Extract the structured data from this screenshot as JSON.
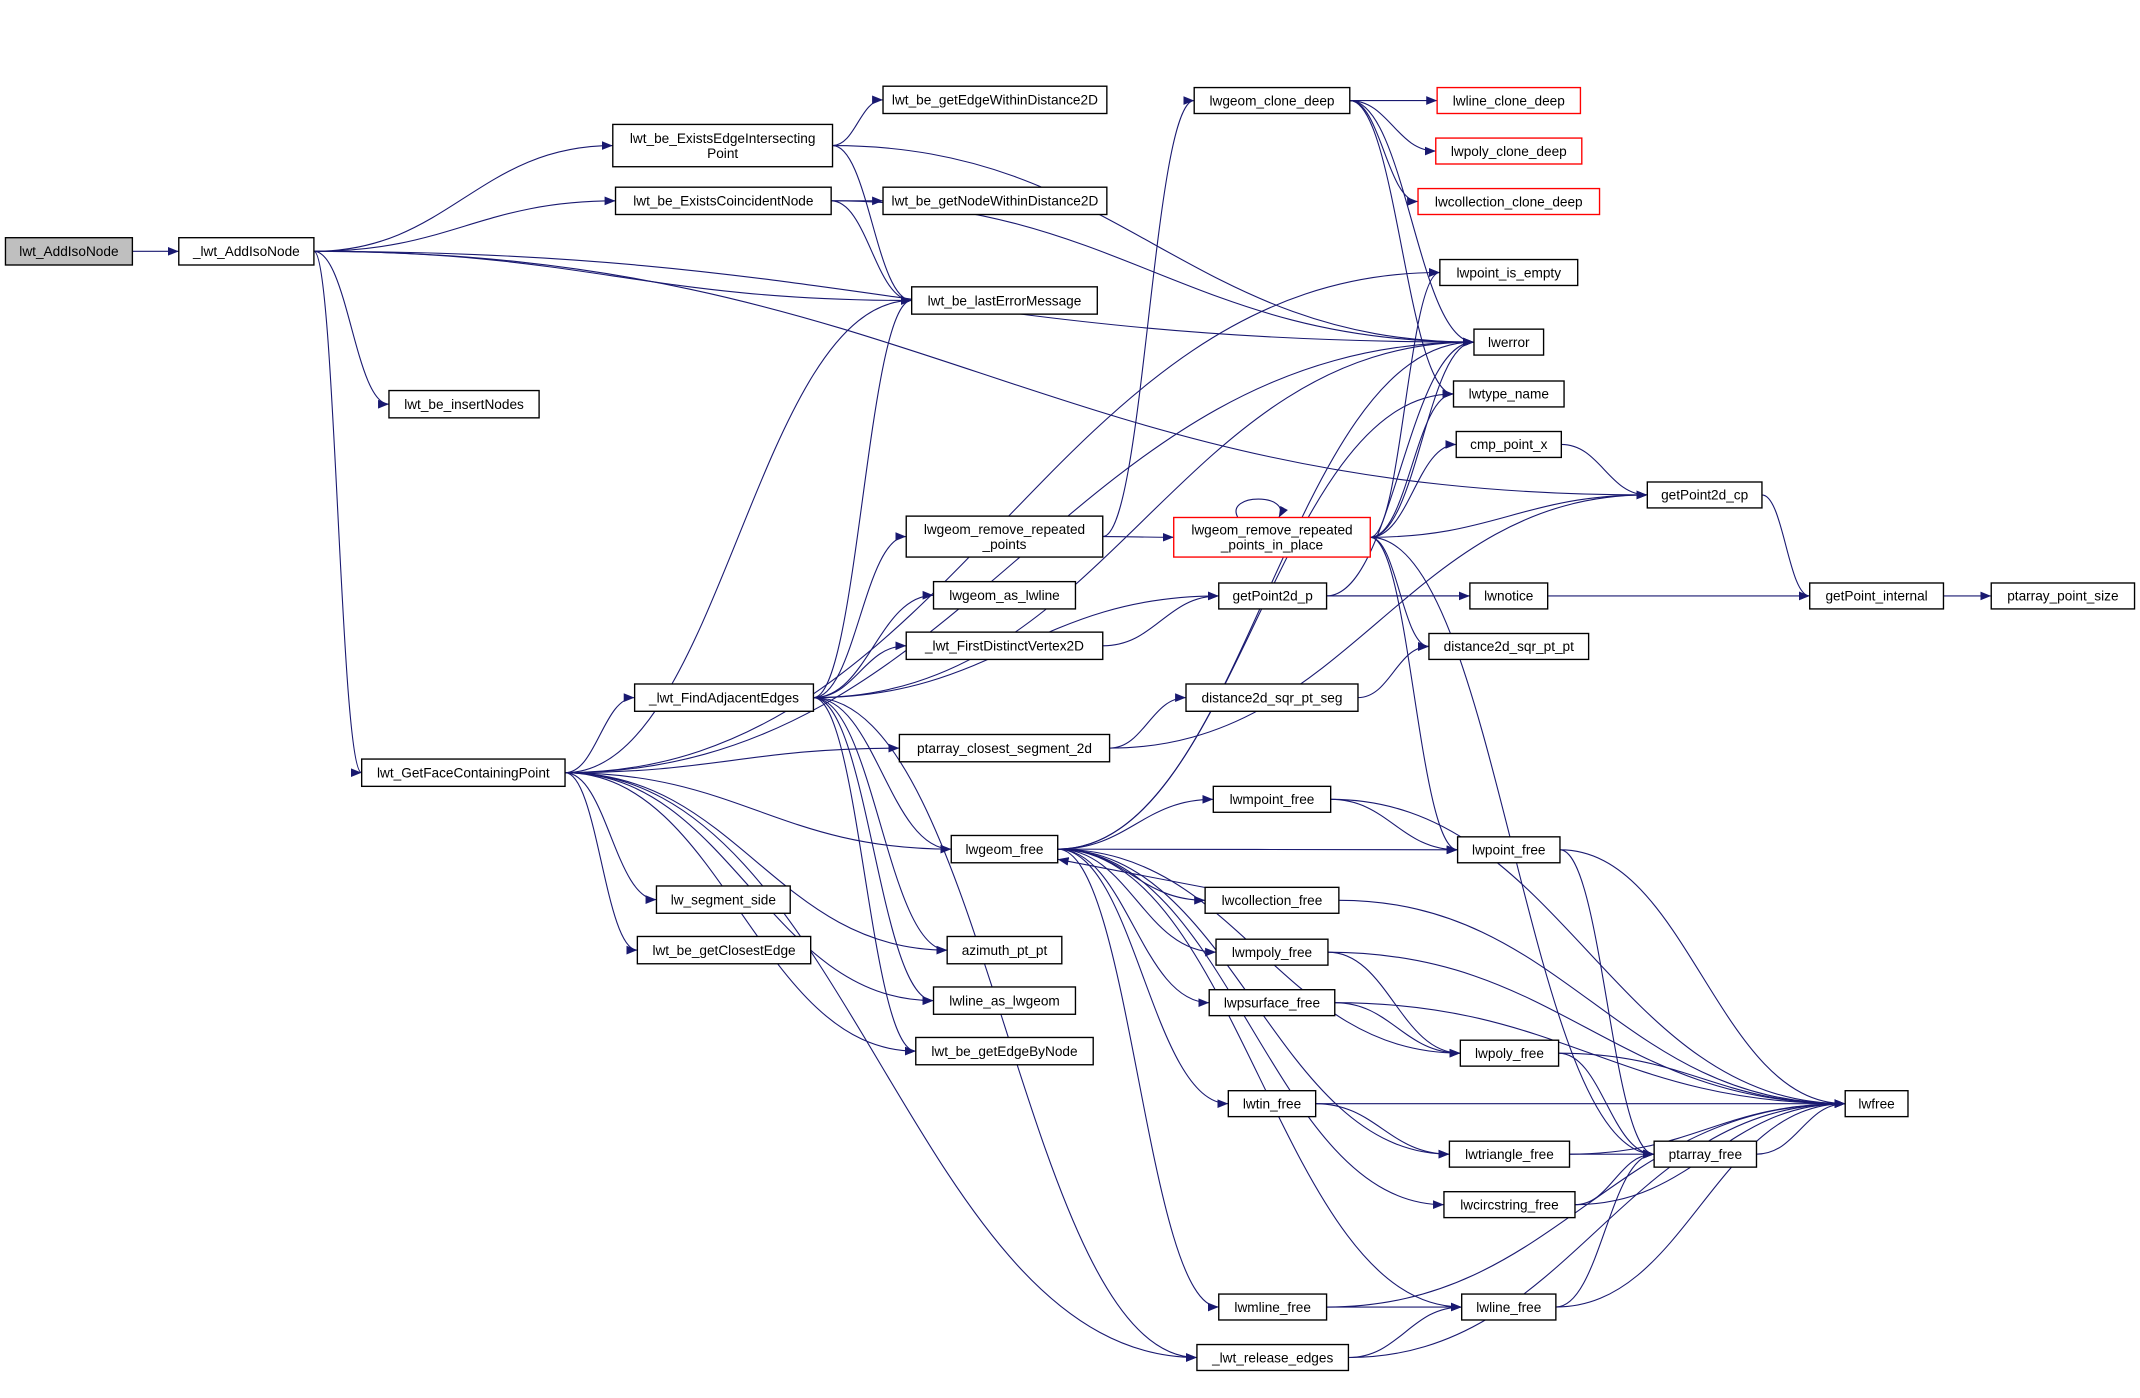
{
  "graph": {
    "edge_color": "#191970",
    "root_fill": "#bfbfbf",
    "truncated_border_color": "#ff0000",
    "nodes": [
      {
        "id": "n0",
        "lines": [
          "lwt_AddIsoNode"
        ],
        "root": true
      },
      {
        "id": "n1",
        "lines": [
          "_lwt_AddIsoNode"
        ]
      },
      {
        "id": "n2",
        "lines": [
          "lwt_be_ExistsEdgeIntersecting",
          "Point"
        ]
      },
      {
        "id": "n3",
        "lines": [
          "lwt_be_ExistsCoincidentNode"
        ]
      },
      {
        "id": "n4",
        "lines": [
          "lwt_be_getEdgeWithinDistance2D"
        ]
      },
      {
        "id": "n5",
        "lines": [
          "lwt_be_getNodeWithinDistance2D"
        ]
      },
      {
        "id": "n6",
        "lines": [
          "lwt_be_lastErrorMessage"
        ]
      },
      {
        "id": "n7",
        "lines": [
          "lwt_be_insertNodes"
        ]
      },
      {
        "id": "n8",
        "lines": [
          "lwt_GetFaceContainingPoint"
        ]
      },
      {
        "id": "n9",
        "lines": [
          "_lwt_FindAdjacentEdges"
        ]
      },
      {
        "id": "n10",
        "lines": [
          "lwgeom_remove_repeated",
          "_points"
        ]
      },
      {
        "id": "n11",
        "lines": [
          "lwgeom_as_lwline"
        ]
      },
      {
        "id": "n12",
        "lines": [
          "_lwt_FirstDistinctVertex2D"
        ]
      },
      {
        "id": "n13",
        "lines": [
          "ptarray_closest_segment_2d"
        ]
      },
      {
        "id": "n14",
        "lines": [
          "lwgeom_free"
        ]
      },
      {
        "id": "n15",
        "lines": [
          "lw_segment_side"
        ]
      },
      {
        "id": "n16",
        "lines": [
          "lwt_be_getClosestEdge"
        ]
      },
      {
        "id": "n17",
        "lines": [
          "azimuth_pt_pt"
        ]
      },
      {
        "id": "n18",
        "lines": [
          "lwline_as_lwgeom"
        ]
      },
      {
        "id": "n19",
        "lines": [
          "lwt_be_getEdgeByNode"
        ]
      },
      {
        "id": "n20",
        "lines": [
          "lwgeom_clone_deep"
        ]
      },
      {
        "id": "n21",
        "lines": [
          "lwline_clone_deep"
        ],
        "truncated": true
      },
      {
        "id": "n22",
        "lines": [
          "lwpoly_clone_deep"
        ],
        "truncated": true
      },
      {
        "id": "n23",
        "lines": [
          "lwcollection_clone_deep"
        ],
        "truncated": true
      },
      {
        "id": "n24",
        "lines": [
          "lwpoint_is_empty"
        ]
      },
      {
        "id": "n25",
        "lines": [
          "lwerror"
        ]
      },
      {
        "id": "n26",
        "lines": [
          "lwtype_name"
        ]
      },
      {
        "id": "n27",
        "lines": [
          "cmp_point_x"
        ]
      },
      {
        "id": "n28",
        "lines": [
          "getPoint2d_cp"
        ]
      },
      {
        "id": "n29",
        "lines": [
          "lwgeom_remove_repeated",
          "_points_in_place"
        ],
        "truncated": true
      },
      {
        "id": "n30",
        "lines": [
          "getPoint2d_p"
        ]
      },
      {
        "id": "n31",
        "lines": [
          "lwnotice"
        ]
      },
      {
        "id": "n32",
        "lines": [
          "distance2d_sqr_pt_pt"
        ]
      },
      {
        "id": "n33",
        "lines": [
          "getPoint_internal"
        ]
      },
      {
        "id": "n34",
        "lines": [
          "ptarray_point_size"
        ]
      },
      {
        "id": "n35",
        "lines": [
          "distance2d_sqr_pt_seg"
        ]
      },
      {
        "id": "n36",
        "lines": [
          "lwmpoint_free"
        ]
      },
      {
        "id": "n37",
        "lines": [
          "lwpoint_free"
        ]
      },
      {
        "id": "n38",
        "lines": [
          "lwcollection_free"
        ]
      },
      {
        "id": "n39",
        "lines": [
          "lwmpoly_free"
        ]
      },
      {
        "id": "n40",
        "lines": [
          "lwpsurface_free"
        ]
      },
      {
        "id": "n41",
        "lines": [
          "lwpoly_free"
        ]
      },
      {
        "id": "n42",
        "lines": [
          "lwtin_free"
        ]
      },
      {
        "id": "n43",
        "lines": [
          "lwfree"
        ]
      },
      {
        "id": "n44",
        "lines": [
          "lwtriangle_free"
        ]
      },
      {
        "id": "n45",
        "lines": [
          "ptarray_free"
        ]
      },
      {
        "id": "n46",
        "lines": [
          "lwcircstring_free"
        ]
      },
      {
        "id": "n47",
        "lines": [
          "lwmline_free"
        ]
      },
      {
        "id": "n48",
        "lines": [
          "lwline_free"
        ]
      },
      {
        "id": "n49",
        "lines": [
          "_lwt_release_edges"
        ]
      }
    ],
    "edges": [
      [
        "n0",
        "n1"
      ],
      [
        "n1",
        "n2"
      ],
      [
        "n1",
        "n3"
      ],
      [
        "n1",
        "n6"
      ],
      [
        "n1",
        "n25"
      ],
      [
        "n1",
        "n7"
      ],
      [
        "n1",
        "n8"
      ],
      [
        "n1",
        "n28"
      ],
      [
        "n2",
        "n4"
      ],
      [
        "n2",
        "n6"
      ],
      [
        "n2",
        "n25"
      ],
      [
        "n3",
        "n5"
      ],
      [
        "n3",
        "n6"
      ],
      [
        "n3",
        "n25"
      ],
      [
        "n8",
        "n6"
      ],
      [
        "n8",
        "n25"
      ],
      [
        "n8",
        "n24"
      ],
      [
        "n8",
        "n9"
      ],
      [
        "n8",
        "n13"
      ],
      [
        "n8",
        "n15"
      ],
      [
        "n8",
        "n16"
      ],
      [
        "n8",
        "n19"
      ],
      [
        "n8",
        "n17"
      ],
      [
        "n8",
        "n18"
      ],
      [
        "n8",
        "n49"
      ],
      [
        "n8",
        "n14"
      ],
      [
        "n9",
        "n6"
      ],
      [
        "n9",
        "n25"
      ],
      [
        "n9",
        "n10"
      ],
      [
        "n9",
        "n11"
      ],
      [
        "n9",
        "n12"
      ],
      [
        "n9",
        "n30"
      ],
      [
        "n9",
        "n14"
      ],
      [
        "n9",
        "n17"
      ],
      [
        "n9",
        "n18"
      ],
      [
        "n9",
        "n19"
      ],
      [
        "n9",
        "n49"
      ],
      [
        "n10",
        "n20"
      ],
      [
        "n10",
        "n29"
      ],
      [
        "n12",
        "n30"
      ],
      [
        "n13",
        "n35"
      ],
      [
        "n13",
        "n28"
      ],
      [
        "n35",
        "n32"
      ],
      [
        "n20",
        "n21"
      ],
      [
        "n20",
        "n22"
      ],
      [
        "n20",
        "n23"
      ],
      [
        "n20",
        "n25"
      ],
      [
        "n20",
        "n26"
      ],
      [
        "n29",
        "n29"
      ],
      [
        "n29",
        "n25"
      ],
      [
        "n29",
        "n26"
      ],
      [
        "n29",
        "n27"
      ],
      [
        "n29",
        "n28"
      ],
      [
        "n29",
        "n24"
      ],
      [
        "n29",
        "n32"
      ],
      [
        "n29",
        "n37"
      ],
      [
        "n29",
        "n45"
      ],
      [
        "n30",
        "n25"
      ],
      [
        "n30",
        "n31"
      ],
      [
        "n30",
        "n33"
      ],
      [
        "n27",
        "n28"
      ],
      [
        "n28",
        "n33"
      ],
      [
        "n33",
        "n34"
      ],
      [
        "n14",
        "n25"
      ],
      [
        "n14",
        "n26"
      ],
      [
        "n14",
        "n36"
      ],
      [
        "n14",
        "n37"
      ],
      [
        "n14",
        "n38"
      ],
      [
        "n14",
        "n39"
      ],
      [
        "n14",
        "n40"
      ],
      [
        "n14",
        "n41"
      ],
      [
        "n14",
        "n42"
      ],
      [
        "n14",
        "n44"
      ],
      [
        "n14",
        "n46"
      ],
      [
        "n14",
        "n47"
      ],
      [
        "n14",
        "n48"
      ],
      [
        "n36",
        "n37"
      ],
      [
        "n36",
        "n43"
      ],
      [
        "n37",
        "n43"
      ],
      [
        "n37",
        "n45"
      ],
      [
        "n38",
        "n14"
      ],
      [
        "n38",
        "n43"
      ],
      [
        "n39",
        "n41"
      ],
      [
        "n39",
        "n43"
      ],
      [
        "n40",
        "n41"
      ],
      [
        "n40",
        "n43"
      ],
      [
        "n41",
        "n43"
      ],
      [
        "n41",
        "n45"
      ],
      [
        "n42",
        "n43"
      ],
      [
        "n42",
        "n44"
      ],
      [
        "n44",
        "n45"
      ],
      [
        "n44",
        "n43"
      ],
      [
        "n46",
        "n45"
      ],
      [
        "n46",
        "n43"
      ],
      [
        "n45",
        "n43"
      ],
      [
        "n47",
        "n48"
      ],
      [
        "n47",
        "n43"
      ],
      [
        "n48",
        "n45"
      ],
      [
        "n48",
        "n43"
      ],
      [
        "n49",
        "n48"
      ],
      [
        "n49",
        "n43"
      ]
    ]
  }
}
